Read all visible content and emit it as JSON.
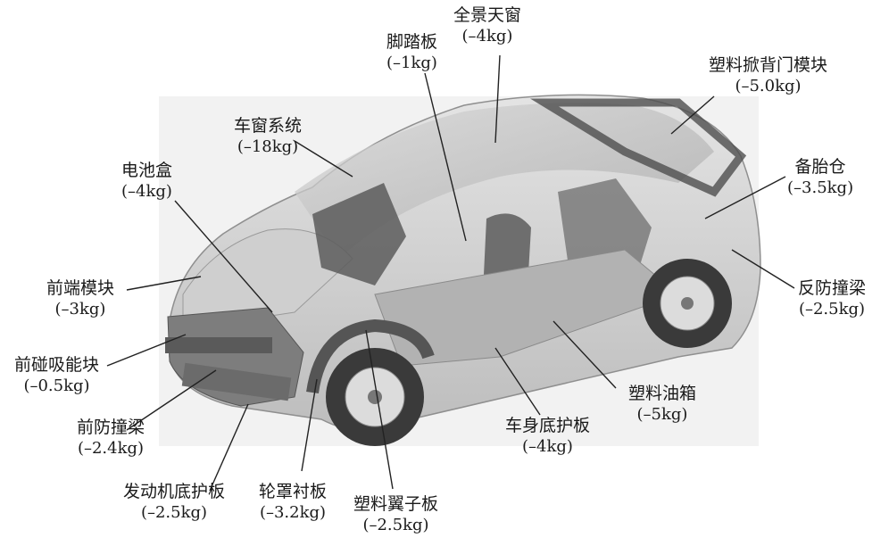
{
  "figure": {
    "callouts": [
      {
        "id": "sunroof",
        "name": "全景天窗",
        "mass": "(–4kg)"
      },
      {
        "id": "footboard",
        "name": "脚踏板",
        "mass": "(–1kg)"
      },
      {
        "id": "tailgate",
        "name": "塑料掀背门模块",
        "mass": "(–5.0kg)"
      },
      {
        "id": "window-system",
        "name": "车窗系统",
        "mass": "(–18kg)"
      },
      {
        "id": "spare-tire-well",
        "name": "备胎仓",
        "mass": "(–3.5kg)"
      },
      {
        "id": "battery-box",
        "name": "电池盒",
        "mass": "(–4kg)"
      },
      {
        "id": "rear-bumper-beam",
        "name": "反防撞梁",
        "mass": "(–2.5kg)"
      },
      {
        "id": "front-end-module",
        "name": "前端模块",
        "mass": "(–3kg)"
      },
      {
        "id": "front-energy-absorber",
        "name": "前碰吸能块",
        "mass": "(–0.5kg)"
      },
      {
        "id": "plastic-fuel-tank",
        "name": "塑料油箱",
        "mass": "(–5kg)"
      },
      {
        "id": "front-bumper-beam",
        "name": "前防撞梁",
        "mass": "(–2.4kg)"
      },
      {
        "id": "underbody-shield",
        "name": "车身底护板",
        "mass": "(–4kg)"
      },
      {
        "id": "engine-skid-plate",
        "name": "发动机底护板",
        "mass": "(–2.5kg)"
      },
      {
        "id": "wheel-arch-liner",
        "name": "轮罩衬板",
        "mass": "(–3.2kg)"
      },
      {
        "id": "plastic-fender",
        "name": "塑料翼子板",
        "mass": "(–2.5kg)"
      }
    ]
  }
}
